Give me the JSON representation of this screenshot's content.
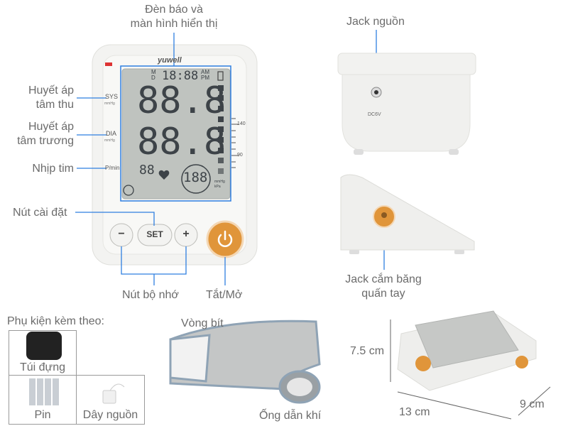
{
  "brand": "yuwell",
  "accent_color": "#2f7fe0",
  "power_color": "#e0953a",
  "labels": {
    "display_line1": "Đèn báo và",
    "display_line2": "màn hình hiển thị",
    "sys_line1": "Huyết áp",
    "sys_line2": "tâm thu",
    "dia_line1": "Huyết áp",
    "dia_line2": "tâm trương",
    "pulse": "Nhịp tim",
    "set_button": "Nút cài đặt",
    "memory_buttons": "Nút bộ nhớ",
    "power": "Tắt/Mở",
    "power_jack": "Jack nguồn",
    "cuff_jack_line1": "Jack cắm băng",
    "cuff_jack_line2": "quấn tay",
    "cuff": "Vòng bít",
    "air_tube": "Ống dẫn khí",
    "height_dim": "7.5 cm",
    "width_dim": "13 cm",
    "depth_dim": "9 cm"
  },
  "device": {
    "panel_sys": "SYS",
    "panel_dia": "DIA",
    "panel_unit": "mmHg",
    "panel_pulse": "P/min",
    "lcd_md": "M D",
    "lcd_time": "18:88",
    "lcd_ampm": "AM PM",
    "lcd_sys": "88.8",
    "lcd_dia": "88.8",
    "lcd_mem": "88",
    "lcd_pulse": "188",
    "lcd_units": "mmHg kPa",
    "scale_140": "140",
    "scale_90": "90",
    "btn_minus": "−",
    "btn_set": "SET",
    "btn_plus": "+",
    "jack_text": "DC6V"
  },
  "accessories": {
    "title": "Phụ kiện kèm theo:",
    "items": [
      {
        "label": "Túi đựng",
        "icon": "case-icon"
      },
      {
        "label": "Pin",
        "icon": "battery-icon"
      },
      {
        "label": "Dây nguồn",
        "icon": "adapter-icon"
      }
    ]
  }
}
